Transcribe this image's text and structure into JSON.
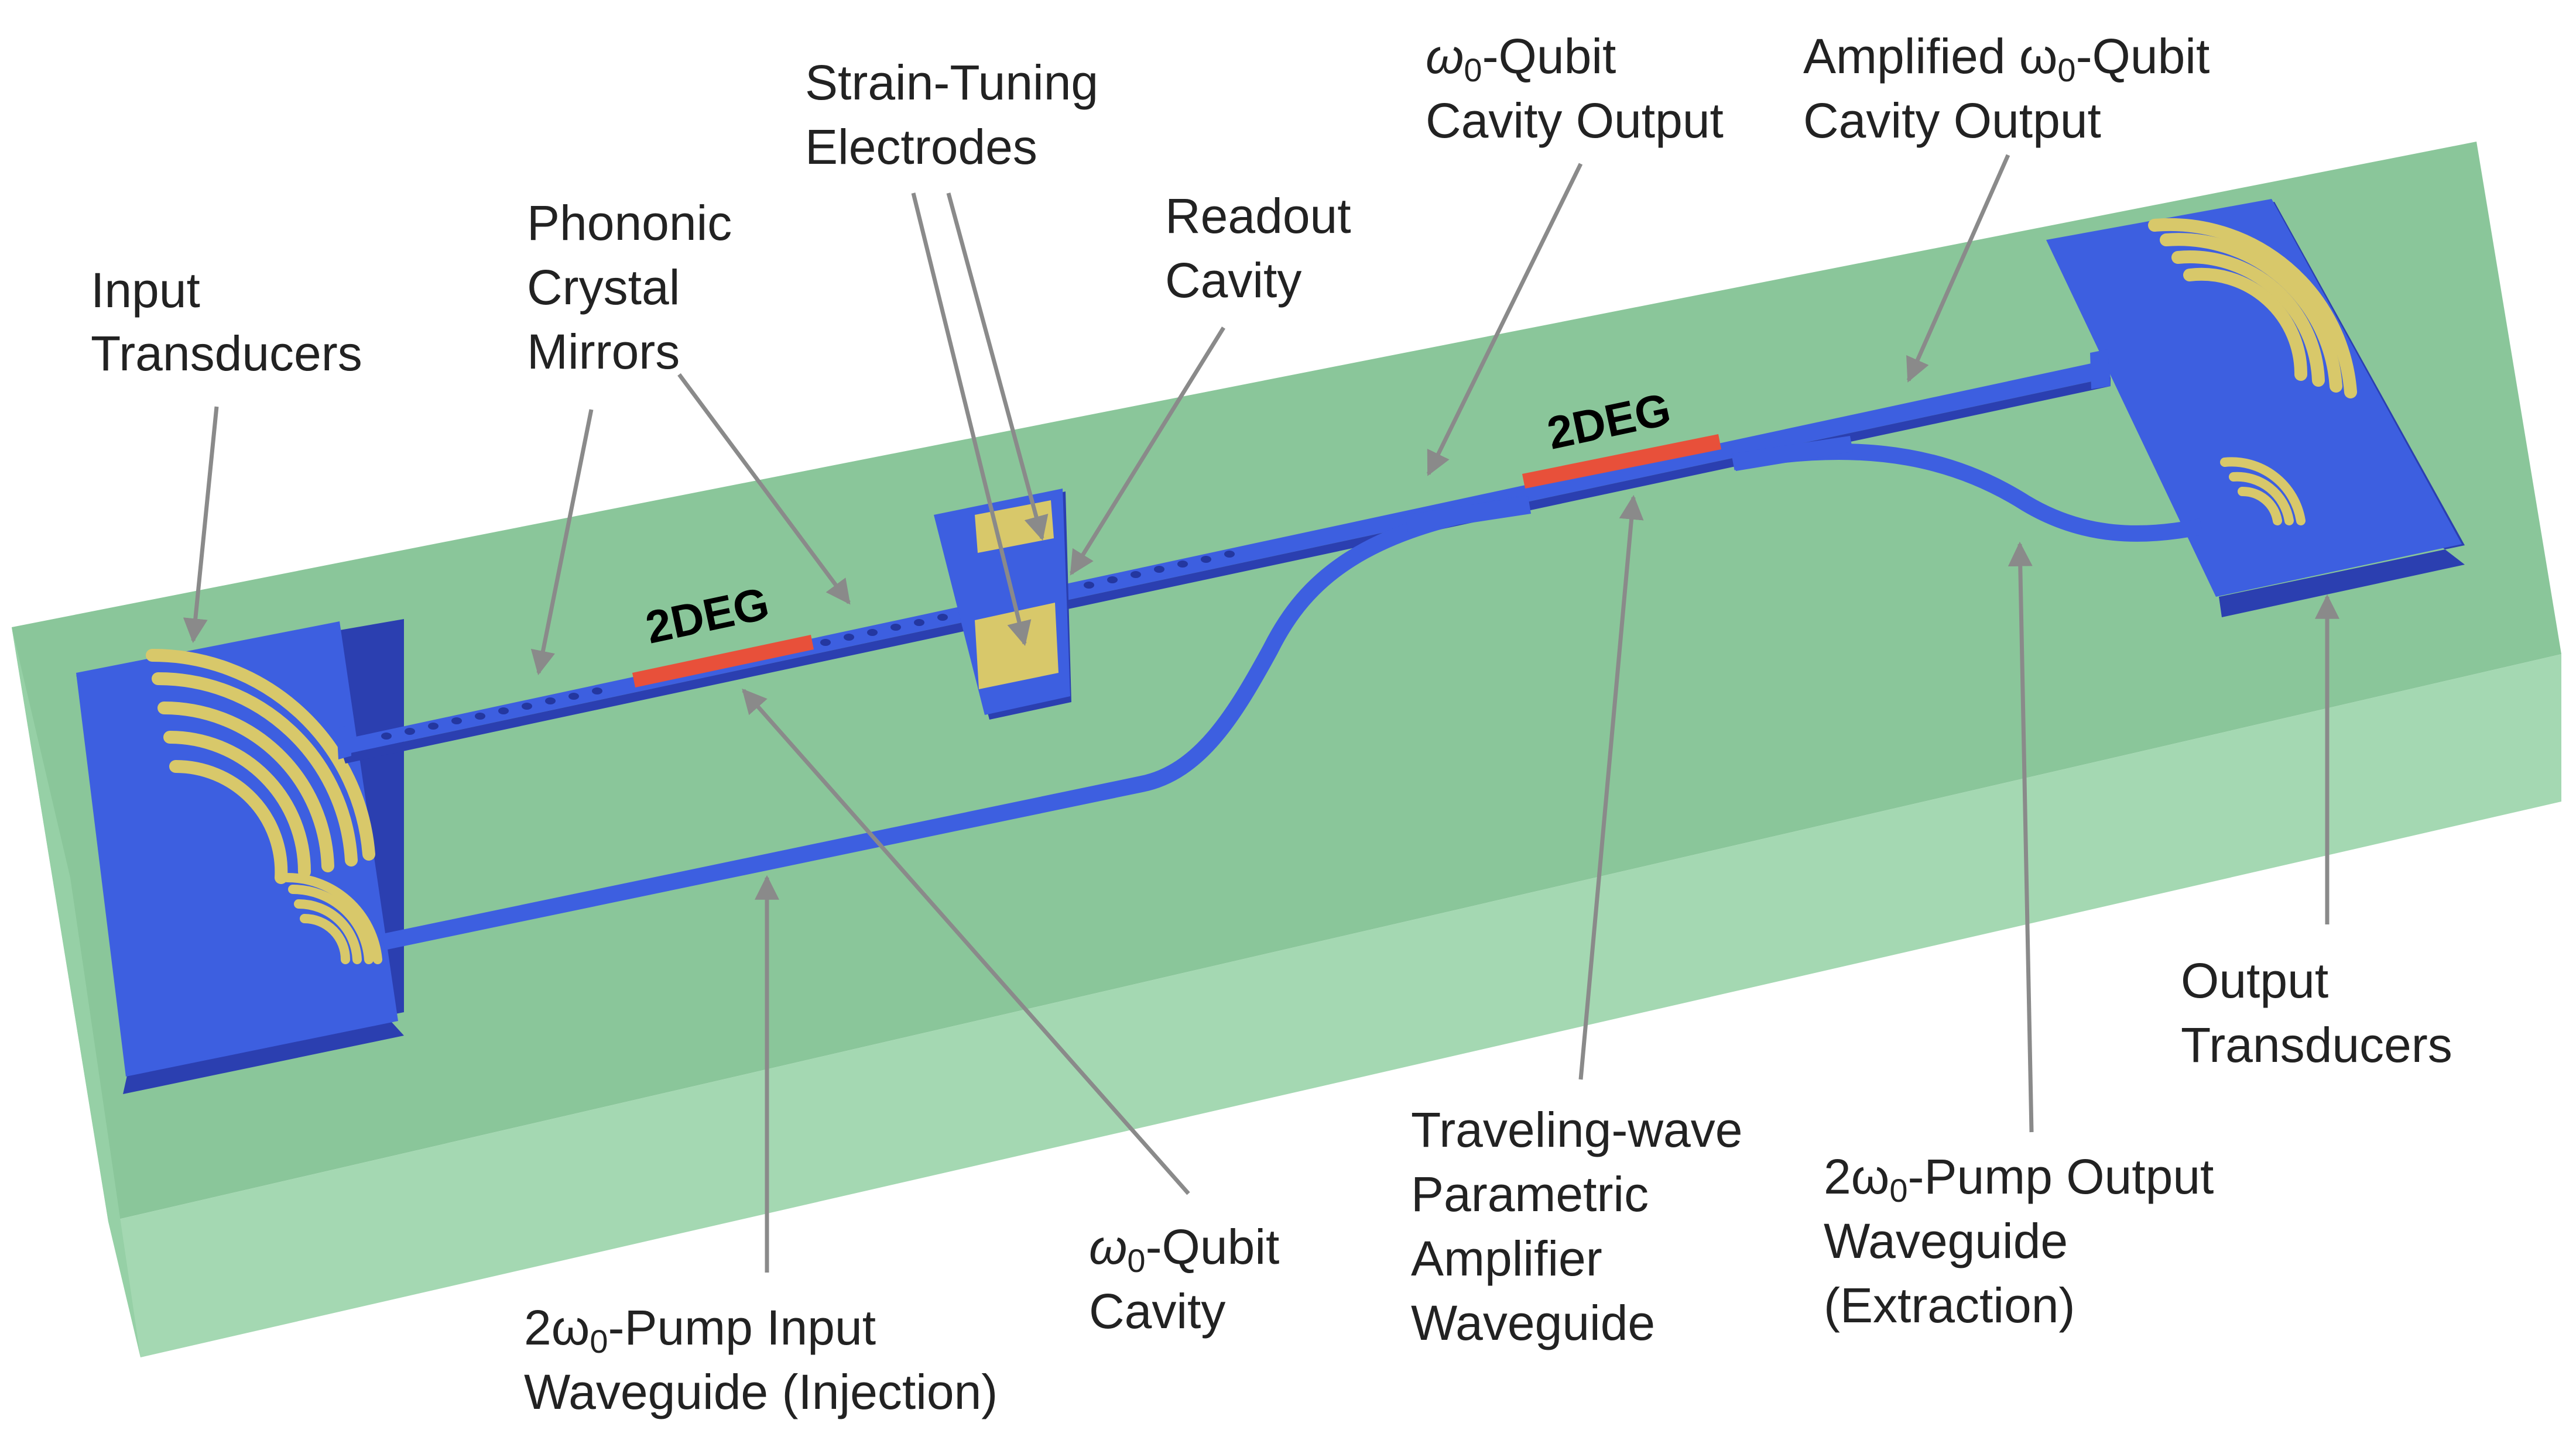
{
  "colors": {
    "substrate_top": "#8ac69a",
    "substrate_front": "#a4d8b2",
    "substrate_side": "#7cc08f",
    "device_blue": "#3d5fe0",
    "device_blue_dark": "#2b3fb0",
    "electrode_gold": "#d8c86a",
    "twodeg_red": "#e8503a",
    "arrow_gray": "#8a8a8a"
  },
  "labels": {
    "input_transducers": [
      "Input",
      "Transducers"
    ],
    "phononic_mirrors": [
      "Phononic",
      "Crystal",
      "Mirrors"
    ],
    "strain_electrodes": [
      "Strain-Tuning",
      "Electrodes"
    ],
    "readout_cavity": [
      "Readout",
      "Cavity"
    ],
    "qubit_cavity_output": {
      "line1_prefix": "ω",
      "line1_sub": "0",
      "line1_suffix": "-Qubit",
      "line2": "Cavity Output"
    },
    "amplified_output": {
      "line1_prefix": "Amplified ω",
      "line1_sub": "0",
      "line1_suffix": "-Qubit",
      "line2": "Cavity Output"
    },
    "output_transducers": [
      "Output",
      "Transducers"
    ],
    "twpa": [
      "Traveling-wave",
      "Parametric",
      "Amplifier",
      "Waveguide"
    ],
    "pump_output": {
      "line1_prefix": "2ω",
      "line1_sub": "0",
      "line1_suffix": "-Pump Output",
      "line2": "Waveguide",
      "line3": "(Extraction)"
    },
    "qubit_cavity": {
      "line1_prefix": "ω",
      "line1_sub": "0",
      "line1_suffix": "-Qubit",
      "line2": "Cavity"
    },
    "pump_input": {
      "line1_prefix": "2ω",
      "line1_sub": "0",
      "line1_suffix": "-Pump Input",
      "line2": "Waveguide (Injection)"
    },
    "twodeg_left": "2DEG",
    "twodeg_right": "2DEG"
  }
}
